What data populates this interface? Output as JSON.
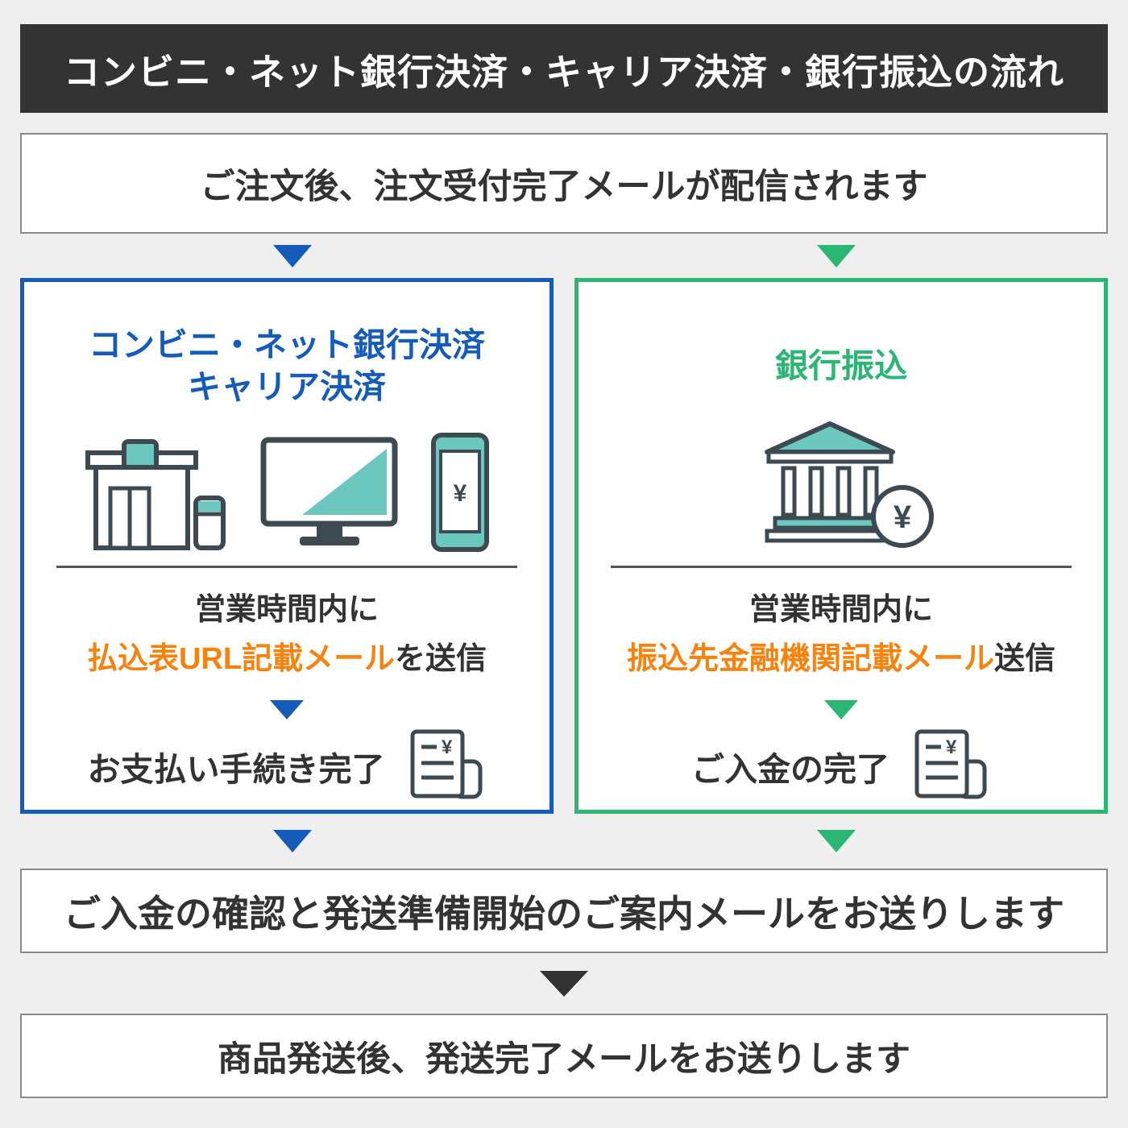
{
  "colors": {
    "dark": "#333333",
    "blue": "#155cba",
    "green": "#2bb673",
    "orange": "#f7820d",
    "teal": "#6cc7bf",
    "icon_stroke": "#3d4a52",
    "background": "#efefef"
  },
  "header": {
    "title": "コンビニ・ネット銀行決済・キャリア決済・銀行振込の流れ"
  },
  "flow": {
    "step_order": "ご注文後、注文受付完了メールが配信されます",
    "step_confirm": "ご入金の確認と発送準備開始のご案内メールをお送りします",
    "step_shipped": "商品発送後、発送完了メールをお送りします"
  },
  "left_column": {
    "title_line1": "コンビニ・ネット銀行決済",
    "title_line2": "キャリア決済",
    "hours_text": "営業時間内に",
    "mail_highlight": "払込表URL記載メール",
    "mail_suffix": "を送信",
    "complete_text": "お支払い手続き完了"
  },
  "right_column": {
    "title": "銀行振込",
    "hours_text": "営業時間内に",
    "mail_highlight": "振込先金融機関記載メール",
    "mail_suffix": "送信",
    "complete_text": "ご入金の完了"
  },
  "icons": {
    "yen": "¥"
  }
}
